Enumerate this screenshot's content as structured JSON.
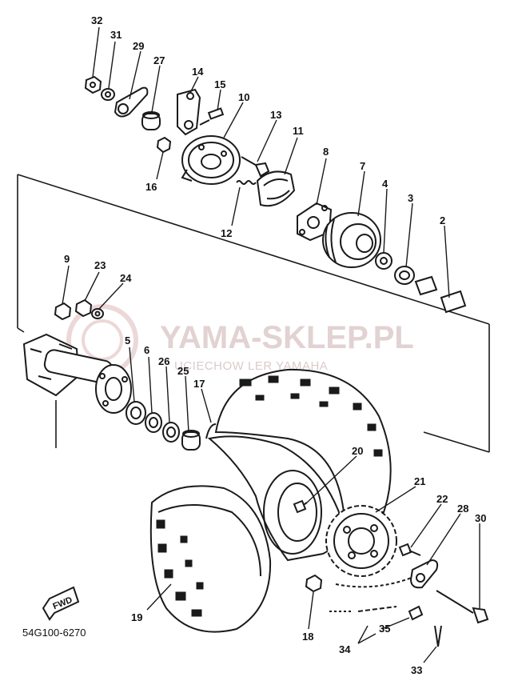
{
  "watermark": {
    "brand": "YAMA-SKLEP.PL",
    "subtitle": "UCIECHOW     LER YAMAHA"
  },
  "direction_label": "FWD",
  "diagram_code": "54G100-6270",
  "callouts": {
    "p2": "2",
    "p3": "3",
    "p4": "4",
    "p5": "5",
    "p6": "6",
    "p7": "7",
    "p8": "8",
    "p9": "9",
    "p10": "10",
    "p11": "11",
    "p12": "12",
    "p13": "13",
    "p14": "14",
    "p15": "15",
    "p16": "16",
    "p17": "17",
    "p18": "18",
    "p19": "19",
    "p20": "20",
    "p21": "21",
    "p22": "22",
    "p23": "23",
    "p24": "24",
    "p25": "25",
    "p26": "26",
    "p27": "27",
    "p28": "28",
    "p29": "29",
    "p30": "30",
    "p31": "31",
    "p32": "32",
    "p33": "33",
    "p34": "34",
    "p35": "35"
  }
}
